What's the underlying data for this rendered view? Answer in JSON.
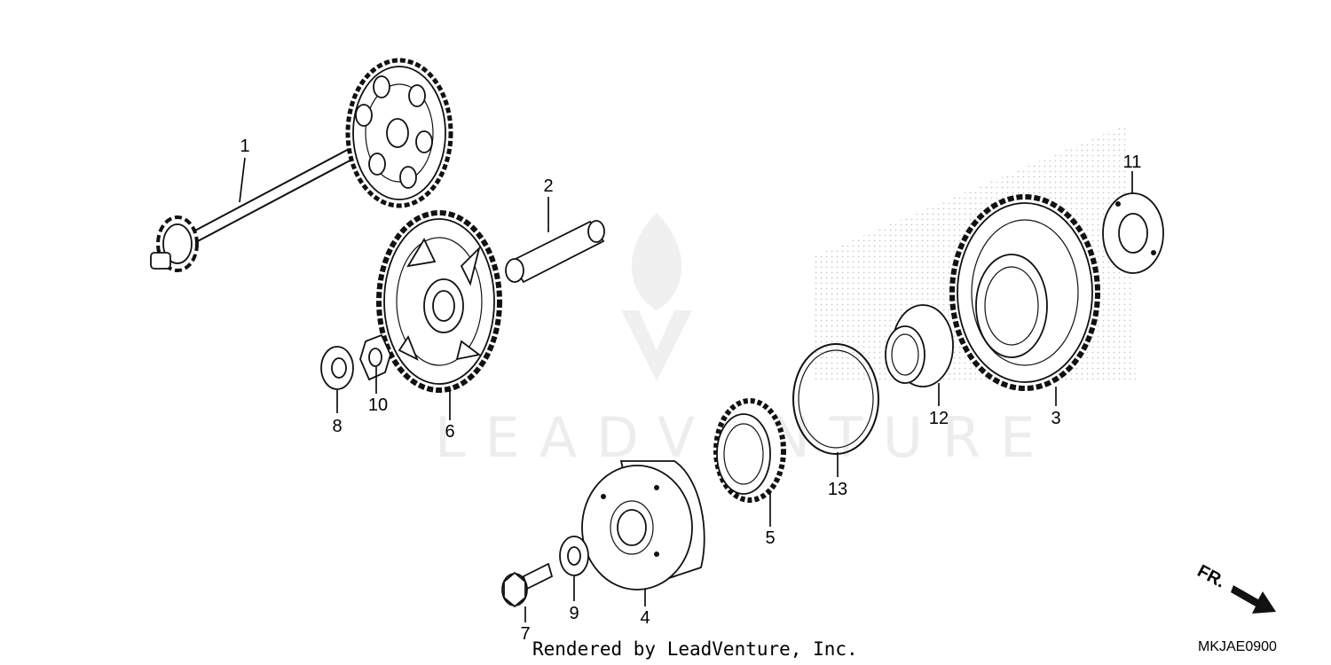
{
  "callouts": {
    "c1": "1",
    "c2": "2",
    "c3": "3",
    "c4": "4",
    "c5": "5",
    "c6": "6",
    "c7": "7",
    "c8": "8",
    "c9": "9",
    "c10": "10",
    "c11": "11",
    "c12": "12",
    "c13": "13"
  },
  "watermark": "LEADVENTURE",
  "footer": "Rendered by LeadVenture, Inc.",
  "diagram_code": "MKJAE0900",
  "direction_label": "FR."
}
